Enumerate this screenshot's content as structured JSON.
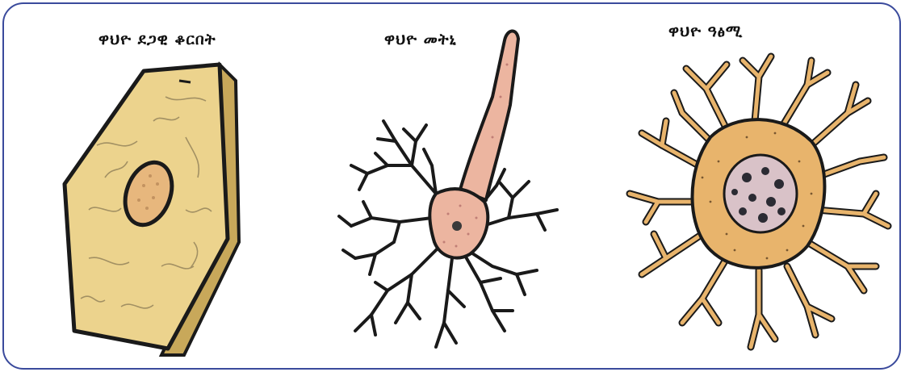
{
  "cells": [
    {
      "id": "epithelial",
      "label": "ዋህዮ ደጋዊ ቆርበት"
    },
    {
      "id": "nerve",
      "label": "ዋህዮ መትኒ"
    },
    {
      "id": "bone",
      "label": "ዋህዮ ዓፅሚ"
    }
  ],
  "colors": {
    "border": "#3a4a9c",
    "cell_fill_tan": "#ecd38d",
    "cell_fill_pink": "#ecb5a0",
    "cell_fill_orange": "#e8b46c",
    "outline": "#1a1a1a"
  }
}
